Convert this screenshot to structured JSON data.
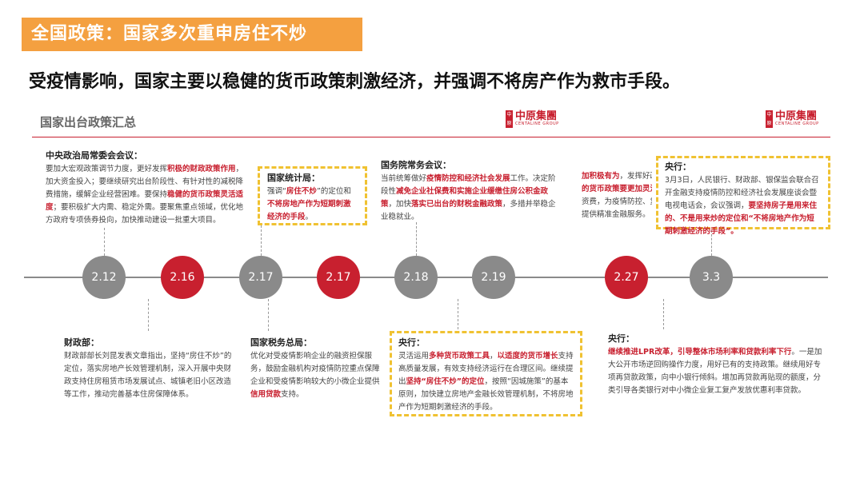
{
  "title": "全国政策：国家多次重申房住不炒",
  "headline": "受疫情影响，国家主要以稳健的货币政策刺激经济，并强调不将房产作为救市手段。",
  "section_title": "国家出台政策汇总",
  "logo": {
    "cn": "中原集團",
    "en": "CENTALINE GROUP",
    "mark": "中原"
  },
  "colors": {
    "accent": "#f4a040",
    "red": "#c8202f",
    "gray": "#8a8a8a",
    "dash": "#f0c232"
  },
  "nodes": [
    {
      "label": "2.12",
      "color": "gray"
    },
    {
      "label": "2.16",
      "color": "red"
    },
    {
      "label": "2.17",
      "color": "gray"
    },
    {
      "label": "2.17",
      "color": "red"
    },
    {
      "label": "2.18",
      "color": "gray"
    },
    {
      "label": "2.19",
      "color": "gray"
    },
    {
      "label": "2.27",
      "color": "red"
    },
    {
      "label": "3.3",
      "color": "gray"
    }
  ],
  "boxes": [
    {
      "heading": "中央政治局常委会会议：",
      "segments": [
        {
          "t": "要加大宏观政策调节力度，更好发挥"
        },
        {
          "t": "积极的财政政策作用",
          "hl": true
        },
        {
          "t": "，加大资金投入；要继续研究出台阶段性、有针对性的减税降费措施，缓解企业经营困难。要保持"
        },
        {
          "t": "稳健的货币政策灵活适度",
          "hl": true
        },
        {
          "t": "；要积极扩大内需、稳定外需。要聚焦重点领域，优化地方政府专项债券投向，加快推动建设一批重大项目。"
        }
      ]
    },
    {
      "heading": "国家统计局：",
      "segments": [
        {
          "t": "强调“"
        },
        {
          "t": "房住不炒",
          "hl": true
        },
        {
          "t": "”的定位和"
        },
        {
          "t": "不将房地产作为短期刺激经济的手段",
          "hl": true
        },
        {
          "t": "。"
        }
      ]
    },
    {
      "heading": "国务院常务会议：",
      "segments": [
        {
          "t": "当前统筹做好"
        },
        {
          "t": "疫情防控和经济社会发展",
          "hl": true
        },
        {
          "t": "工作。决定阶段性"
        },
        {
          "t": "减免企业社保费和实施企业缓缴住房公积金政策",
          "hl": true
        },
        {
          "t": "，加快"
        },
        {
          "t": "落实已出台的财税金融政策",
          "hl": true
        },
        {
          "t": "，多措并举稳企业稳就业。"
        }
      ]
    },
    {
      "heading": "",
      "lines": [
        [
          {
            "t": "加积极有为",
            "hl": true
          },
          {
            "t": "，发挥好政"
          }
        ],
        [
          {
            "t": "的货币政策要更加灵活",
            "hl": true
          }
        ],
        [
          {
            "t": "资费，为疫情防控、复"
          }
        ],
        [
          {
            "t": "提供精准金融服务。"
          }
        ]
      ]
    },
    {
      "heading": "央行：",
      "segments": [
        {
          "t": "3月3日，人民银行、财政部、银保监会联合召开金融支持疫情防控和经济社会发展座谈会暨电视电话会，会议强调，"
        },
        {
          "t": "要坚持房子是用来住的、不是用来炒的定位和“不将房地产作为短期刺激经济的手段”。",
          "hl": true
        }
      ]
    },
    {
      "heading": "财政部：",
      "segments": [
        {
          "t": "财政部部长刘昆发表文章指出，坚持“房住不炒”的定位，落实房地产长效管理机制，深入开展中央财政支持住房租赁市场发展试点、城镇老旧小区改造等工作，推动完善基本住房保障体系。"
        }
      ]
    },
    {
      "heading": "国家税务总局：",
      "segments": [
        {
          "t": "优化对受疫情影响企业的融资担保服务，鼓励金融机构对疫情防控重点保障企业和受疫情影响较大的小微企业提供"
        },
        {
          "t": "信用贷款",
          "hl": true
        },
        {
          "t": "支持。"
        }
      ]
    },
    {
      "heading": "央行：",
      "segments": [
        {
          "t": "灵活运用"
        },
        {
          "t": "多种货币政策工具",
          "hl": true
        },
        {
          "t": "，"
        },
        {
          "t": "以适度的货币增长",
          "hl": true
        },
        {
          "t": "支持高质量发展，有效支持经济运行在合理区间。继续提出"
        },
        {
          "t": "坚持“房住不炒”的定位",
          "hl": true
        },
        {
          "t": "，按照“因城施策”的基本原则，加快建立房地产金融长效管理机制，不将房地产作为短期刺激经济的手段。"
        }
      ]
    },
    {
      "heading": "央行：",
      "segments": [
        {
          "t": "继续推进LPR改革，引导整体市场利率和贷款利率下行",
          "hl": true
        },
        {
          "t": "。一是加大公开市场逆回购操作力度，用好已有的支持政策。继续用好专项再贷款政策，向中小银行倾斜。增加再贷款再贴现的额度，分类引导各类银行对中小微企业复工复产发放优惠利率贷款。"
        }
      ]
    }
  ]
}
